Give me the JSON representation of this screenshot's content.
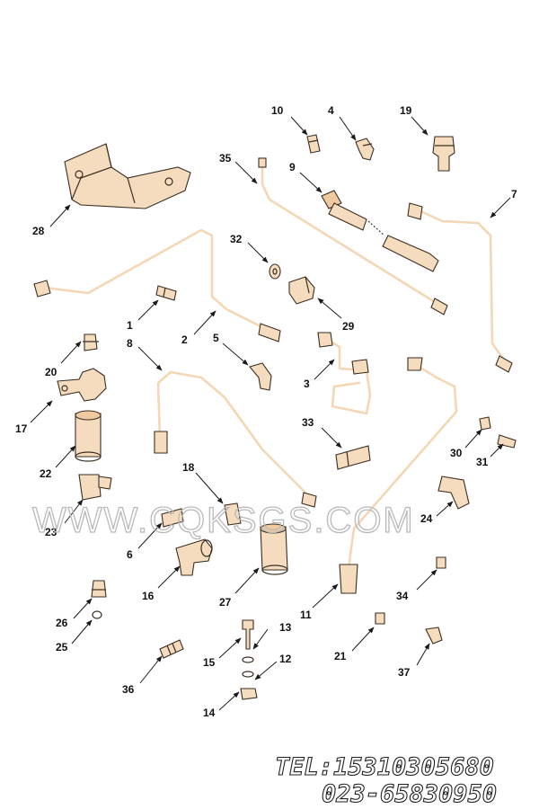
{
  "labels": [
    "1",
    "2",
    "3",
    "4",
    "5",
    "6",
    "7",
    "8",
    "9",
    "10",
    "11",
    "12",
    "13",
    "14",
    "15",
    "16",
    "17",
    "18",
    "19",
    "20",
    "21",
    "22",
    "23",
    "24",
    "25",
    "26",
    "27",
    "28",
    "29",
    "30",
    "31",
    "32",
    "33",
    "34",
    "35",
    "36",
    "37"
  ],
  "watermark": "WWW.CQKSGS.COM",
  "contact": {
    "tel": "TEL:15310305680",
    "phone2": "023-65830950"
  }
}
